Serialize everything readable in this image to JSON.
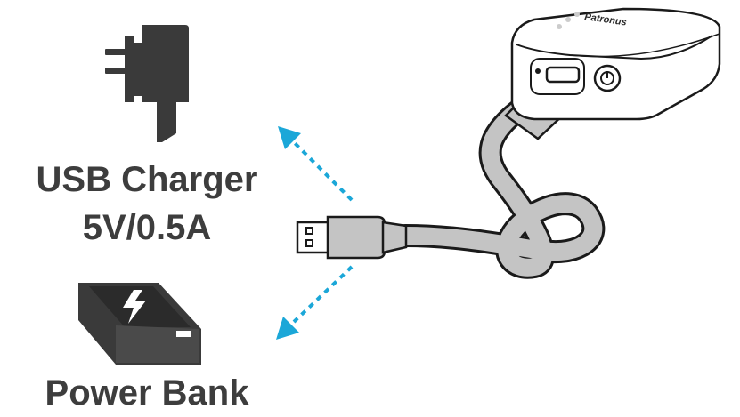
{
  "labels": {
    "usb_charger": "USB Charger",
    "rating": "5V/0.5A",
    "power_bank": "Power Bank",
    "device_brand": "Patronus"
  },
  "icons": {
    "charger": "wall-plug-icon",
    "power_bank": "power-bank-icon",
    "device": "router-device-icon",
    "cable": "usb-cable-icon"
  },
  "colors": {
    "text": "#3d3d3d",
    "arrow": "#1ba7d8",
    "icon_dark": "#3a3a3a",
    "cable_gray": "#c4c4c4",
    "outline": "#1a1a1a"
  }
}
